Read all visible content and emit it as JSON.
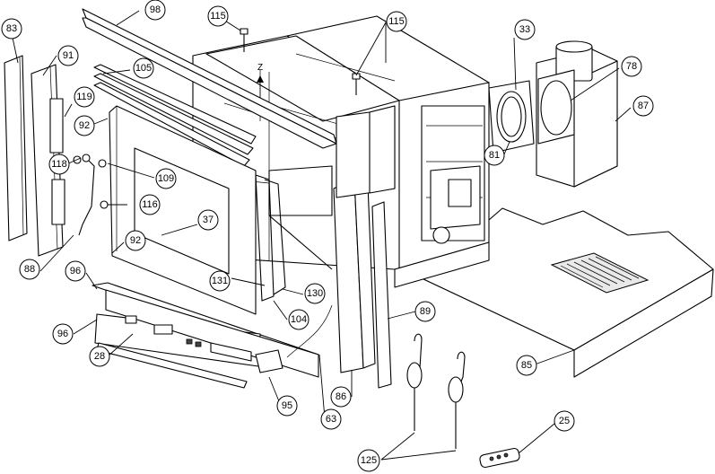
{
  "diagram": {
    "axis_label": "Z",
    "callouts": [
      {
        "id": "c98",
        "label": "98"
      },
      {
        "id": "c115a",
        "label": "115"
      },
      {
        "id": "c115b",
        "label": "115"
      },
      {
        "id": "c33",
        "label": "33"
      },
      {
        "id": "c78",
        "label": "78"
      },
      {
        "id": "c87",
        "label": "87"
      },
      {
        "id": "c83",
        "label": "83"
      },
      {
        "id": "c91",
        "label": "91"
      },
      {
        "id": "c105",
        "label": "105"
      },
      {
        "id": "c119",
        "label": "119"
      },
      {
        "id": "c92a",
        "label": "92"
      },
      {
        "id": "c118",
        "label": "118"
      },
      {
        "id": "c109",
        "label": "109"
      },
      {
        "id": "c81",
        "label": "81"
      },
      {
        "id": "c116",
        "label": "116"
      },
      {
        "id": "c37",
        "label": "37"
      },
      {
        "id": "c92b",
        "label": "92"
      },
      {
        "id": "c88",
        "label": "88"
      },
      {
        "id": "c96a",
        "label": "96"
      },
      {
        "id": "c131",
        "label": "131"
      },
      {
        "id": "c130",
        "label": "130"
      },
      {
        "id": "c104",
        "label": "104"
      },
      {
        "id": "c89",
        "label": "89"
      },
      {
        "id": "c96b",
        "label": "96"
      },
      {
        "id": "c28",
        "label": "28"
      },
      {
        "id": "c85",
        "label": "85"
      },
      {
        "id": "c86",
        "label": "86"
      },
      {
        "id": "c95",
        "label": "95"
      },
      {
        "id": "c63",
        "label": "63"
      },
      {
        "id": "c25",
        "label": "25"
      },
      {
        "id": "c125",
        "label": "125"
      }
    ]
  }
}
